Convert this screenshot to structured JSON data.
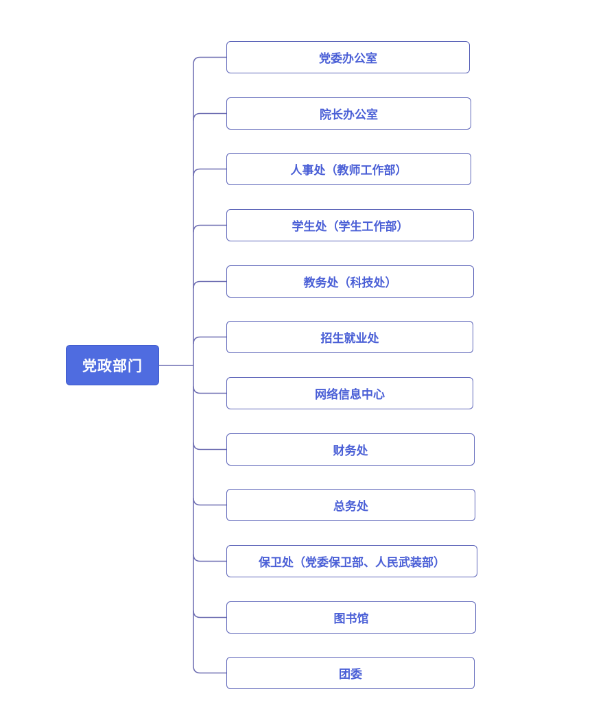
{
  "diagram": {
    "root": {
      "label": "党政部门"
    },
    "children": [
      {
        "label": "党委办公室"
      },
      {
        "label": "院长办公室"
      },
      {
        "label": "人事处（教师工作部）"
      },
      {
        "label": "学生处（学生工作部）"
      },
      {
        "label": "教务处（科技处）"
      },
      {
        "label": "招生就业处"
      },
      {
        "label": "网络信息中心"
      },
      {
        "label": "财务处"
      },
      {
        "label": "总务处"
      },
      {
        "label": "保卫处（党委保卫部、人民武装部）"
      },
      {
        "label": "图书馆"
      },
      {
        "label": "团委"
      }
    ]
  },
  "colors": {
    "root_fill": "#4f6ce0",
    "root_text": "#ffffff",
    "node_border": "#5b63b8",
    "node_text": "#4a5fd6",
    "connector": "#6a6ab0"
  }
}
